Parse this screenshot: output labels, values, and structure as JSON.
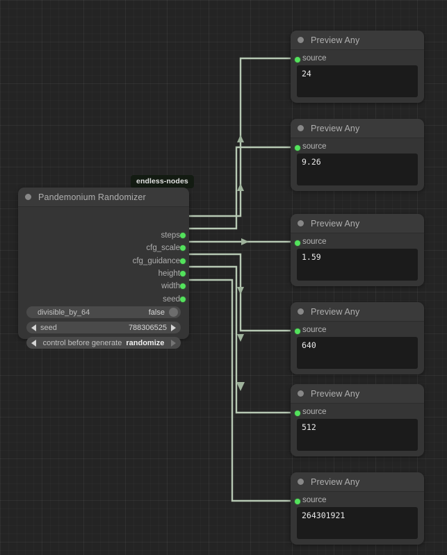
{
  "app": {
    "name": "ComfyUI node graph canvas"
  },
  "badge": {
    "label": "endless-nodes"
  },
  "randomizer": {
    "title": "Pandemonium Randomizer",
    "collapse_icon": "circle-dot-icon",
    "outputs": [
      {
        "label": "steps",
        "slot_icon": "output-slot-dot-icon"
      },
      {
        "label": "cfg_scale",
        "slot_icon": "output-slot-dot-icon"
      },
      {
        "label": "cfg_guidance",
        "slot_icon": "output-slot-dot-icon"
      },
      {
        "label": "height",
        "slot_icon": "output-slot-dot-icon"
      },
      {
        "label": "width",
        "slot_icon": "output-slot-dot-icon"
      },
      {
        "label": "seed",
        "slot_icon": "output-slot-dot-icon"
      }
    ],
    "widgets": [
      {
        "type": "toggle",
        "name": "divisible_by_64",
        "value": "false"
      },
      {
        "type": "number",
        "name": "seed",
        "value": "788306525"
      },
      {
        "type": "combo",
        "name": "control before generate",
        "value": "randomize"
      }
    ]
  },
  "previews": [
    {
      "title": "Preview Any",
      "input_label": "source",
      "value": "24"
    },
    {
      "title": "Preview Any",
      "input_label": "source",
      "value": "9.26"
    },
    {
      "title": "Preview Any",
      "input_label": "source",
      "value": "1.59"
    },
    {
      "title": "Preview Any",
      "input_label": "source",
      "value": "640"
    },
    {
      "title": "Preview Any",
      "input_label": "source",
      "value": "512"
    },
    {
      "title": "Preview Any",
      "input_label": "source",
      "value": "264301921"
    }
  ],
  "colors": {
    "canvas": "#242424",
    "node_body": "#353535",
    "node_header": "#3a3a3a",
    "slot_green": "#53e25c",
    "wire": "#b7c9b4",
    "badge_bg": "#131b12",
    "textarea_bg": "#1b1b1b"
  }
}
